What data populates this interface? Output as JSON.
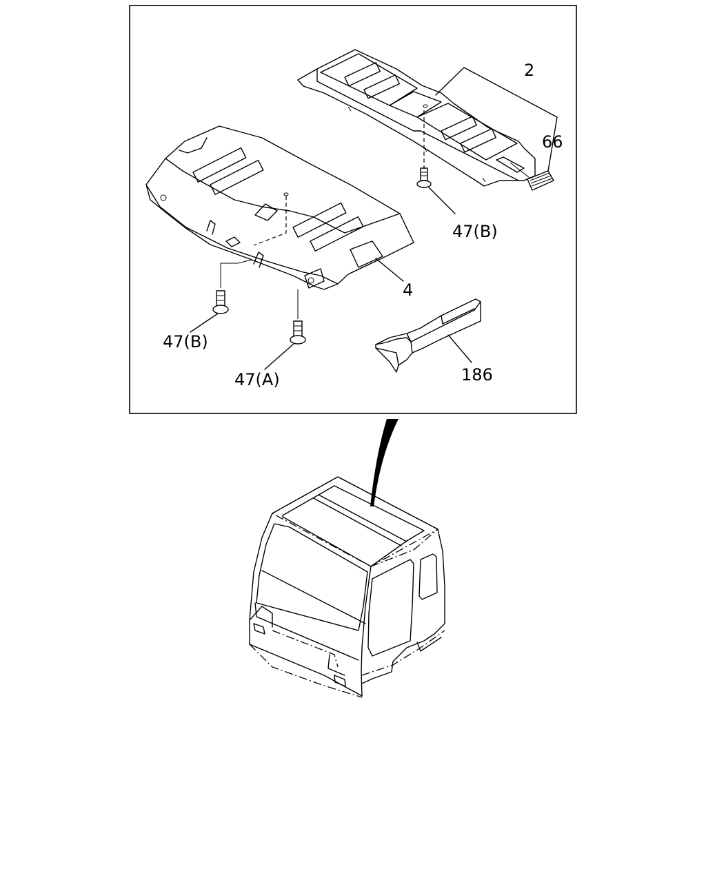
{
  "callouts": {
    "part_2": "2",
    "part_66": "66",
    "part_47b_right": "47(B)",
    "part_4": "4",
    "part_47b_left": "47(B)",
    "part_47a": "47(A)",
    "part_186": "186"
  }
}
